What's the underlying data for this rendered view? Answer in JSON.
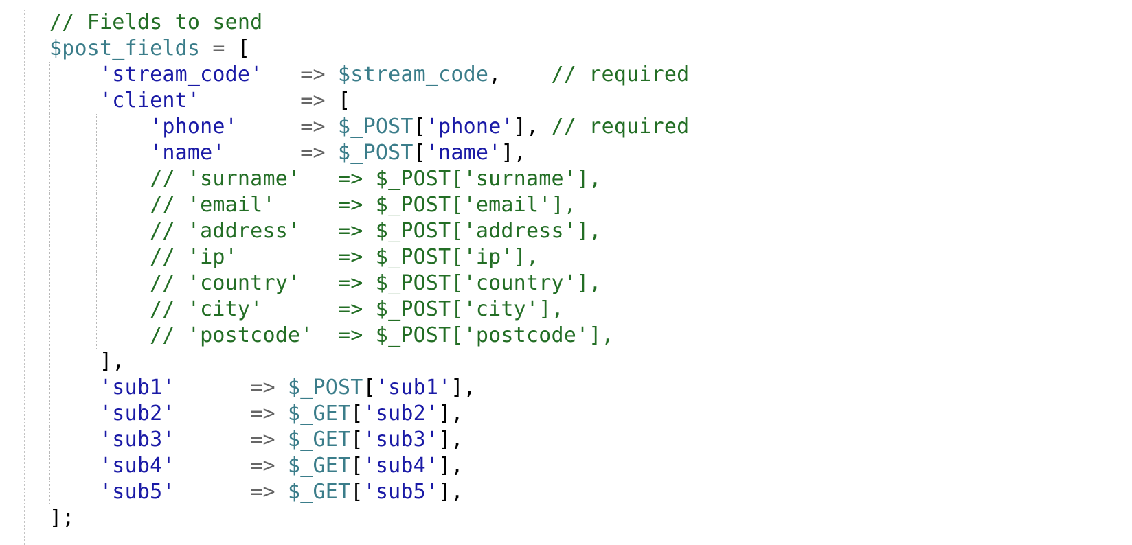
{
  "editor": {
    "colors": {
      "background": "#ffffff",
      "comment": "#236e25",
      "variable": "#3b7d8a",
      "string": "#1a1aa6",
      "operator": "#666666",
      "punctuation": "#000000",
      "indent_guide": "#b9b9b9"
    },
    "lines": [
      {
        "depth": 0,
        "tokens": [
          {
            "t": "// Fields to send",
            "c": "comment"
          }
        ]
      },
      {
        "depth": 0,
        "tokens": [
          {
            "t": "$post_fields",
            "c": "var"
          },
          {
            "t": " ",
            "c": "plain"
          },
          {
            "t": "=",
            "c": "op"
          },
          {
            "t": " [",
            "c": "punct"
          }
        ]
      },
      {
        "depth": 1,
        "tokens": [
          {
            "t": "    ",
            "c": "plain"
          },
          {
            "t": "'stream_code'",
            "c": "string"
          },
          {
            "t": "   ",
            "c": "plain"
          },
          {
            "t": "=>",
            "c": "op"
          },
          {
            "t": " ",
            "c": "plain"
          },
          {
            "t": "$stream_code",
            "c": "var"
          },
          {
            "t": ",    ",
            "c": "punct"
          },
          {
            "t": "// required",
            "c": "comment"
          }
        ]
      },
      {
        "depth": 1,
        "tokens": [
          {
            "t": "    ",
            "c": "plain"
          },
          {
            "t": "'client'",
            "c": "string"
          },
          {
            "t": "        ",
            "c": "plain"
          },
          {
            "t": "=>",
            "c": "op"
          },
          {
            "t": " [",
            "c": "punct"
          }
        ]
      },
      {
        "depth": 2,
        "tokens": [
          {
            "t": "        ",
            "c": "plain"
          },
          {
            "t": "'phone'",
            "c": "string"
          },
          {
            "t": "     ",
            "c": "plain"
          },
          {
            "t": "=>",
            "c": "op"
          },
          {
            "t": " ",
            "c": "plain"
          },
          {
            "t": "$_POST",
            "c": "var"
          },
          {
            "t": "[",
            "c": "punct"
          },
          {
            "t": "'phone'",
            "c": "string"
          },
          {
            "t": "], ",
            "c": "punct"
          },
          {
            "t": "// required",
            "c": "comment"
          }
        ]
      },
      {
        "depth": 2,
        "tokens": [
          {
            "t": "        ",
            "c": "plain"
          },
          {
            "t": "'name'",
            "c": "string"
          },
          {
            "t": "      ",
            "c": "plain"
          },
          {
            "t": "=>",
            "c": "op"
          },
          {
            "t": " ",
            "c": "plain"
          },
          {
            "t": "$_POST",
            "c": "var"
          },
          {
            "t": "[",
            "c": "punct"
          },
          {
            "t": "'name'",
            "c": "string"
          },
          {
            "t": "],",
            "c": "punct"
          }
        ]
      },
      {
        "depth": 2,
        "tokens": [
          {
            "t": "        ",
            "c": "plain"
          },
          {
            "t": "// 'surname'   => $_POST['surname'],",
            "c": "comment"
          }
        ]
      },
      {
        "depth": 2,
        "tokens": [
          {
            "t": "        ",
            "c": "plain"
          },
          {
            "t": "// 'email'     => $_POST['email'],",
            "c": "comment"
          }
        ]
      },
      {
        "depth": 2,
        "tokens": [
          {
            "t": "        ",
            "c": "plain"
          },
          {
            "t": "// 'address'   => $_POST['address'],",
            "c": "comment"
          }
        ]
      },
      {
        "depth": 2,
        "tokens": [
          {
            "t": "        ",
            "c": "plain"
          },
          {
            "t": "// 'ip'        => $_POST['ip'],",
            "c": "comment"
          }
        ]
      },
      {
        "depth": 2,
        "tokens": [
          {
            "t": "        ",
            "c": "plain"
          },
          {
            "t": "// 'country'   => $_POST['country'],",
            "c": "comment"
          }
        ]
      },
      {
        "depth": 2,
        "tokens": [
          {
            "t": "        ",
            "c": "plain"
          },
          {
            "t": "// 'city'      => $_POST['city'],",
            "c": "comment"
          }
        ]
      },
      {
        "depth": 2,
        "tokens": [
          {
            "t": "        ",
            "c": "plain"
          },
          {
            "t": "// 'postcode'  => $_POST['postcode'],",
            "c": "comment"
          }
        ]
      },
      {
        "depth": 1,
        "tokens": [
          {
            "t": "    ",
            "c": "plain"
          },
          {
            "t": "],",
            "c": "punct"
          }
        ]
      },
      {
        "depth": 1,
        "tokens": [
          {
            "t": "    ",
            "c": "plain"
          },
          {
            "t": "'sub1'",
            "c": "string"
          },
          {
            "t": "      ",
            "c": "plain"
          },
          {
            "t": "=>",
            "c": "op"
          },
          {
            "t": " ",
            "c": "plain"
          },
          {
            "t": "$_POST",
            "c": "var"
          },
          {
            "t": "[",
            "c": "punct"
          },
          {
            "t": "'sub1'",
            "c": "string"
          },
          {
            "t": "],",
            "c": "punct"
          }
        ]
      },
      {
        "depth": 1,
        "tokens": [
          {
            "t": "    ",
            "c": "plain"
          },
          {
            "t": "'sub2'",
            "c": "string"
          },
          {
            "t": "      ",
            "c": "plain"
          },
          {
            "t": "=>",
            "c": "op"
          },
          {
            "t": " ",
            "c": "plain"
          },
          {
            "t": "$_GET",
            "c": "var"
          },
          {
            "t": "[",
            "c": "punct"
          },
          {
            "t": "'sub2'",
            "c": "string"
          },
          {
            "t": "],",
            "c": "punct"
          }
        ]
      },
      {
        "depth": 1,
        "tokens": [
          {
            "t": "    ",
            "c": "plain"
          },
          {
            "t": "'sub3'",
            "c": "string"
          },
          {
            "t": "      ",
            "c": "plain"
          },
          {
            "t": "=>",
            "c": "op"
          },
          {
            "t": " ",
            "c": "plain"
          },
          {
            "t": "$_GET",
            "c": "var"
          },
          {
            "t": "[",
            "c": "punct"
          },
          {
            "t": "'sub3'",
            "c": "string"
          },
          {
            "t": "],",
            "c": "punct"
          }
        ]
      },
      {
        "depth": 1,
        "tokens": [
          {
            "t": "    ",
            "c": "plain"
          },
          {
            "t": "'sub4'",
            "c": "string"
          },
          {
            "t": "      ",
            "c": "plain"
          },
          {
            "t": "=>",
            "c": "op"
          },
          {
            "t": " ",
            "c": "plain"
          },
          {
            "t": "$_GET",
            "c": "var"
          },
          {
            "t": "[",
            "c": "punct"
          },
          {
            "t": "'sub4'",
            "c": "string"
          },
          {
            "t": "],",
            "c": "punct"
          }
        ]
      },
      {
        "depth": 1,
        "tokens": [
          {
            "t": "    ",
            "c": "plain"
          },
          {
            "t": "'sub5'",
            "c": "string"
          },
          {
            "t": "      ",
            "c": "plain"
          },
          {
            "t": "=>",
            "c": "op"
          },
          {
            "t": " ",
            "c": "plain"
          },
          {
            "t": "$_GET",
            "c": "var"
          },
          {
            "t": "[",
            "c": "punct"
          },
          {
            "t": "'sub5'",
            "c": "string"
          },
          {
            "t": "],",
            "c": "punct"
          }
        ]
      },
      {
        "depth": 0,
        "tokens": [
          {
            "t": "];",
            "c": "punct"
          }
        ]
      }
    ]
  }
}
